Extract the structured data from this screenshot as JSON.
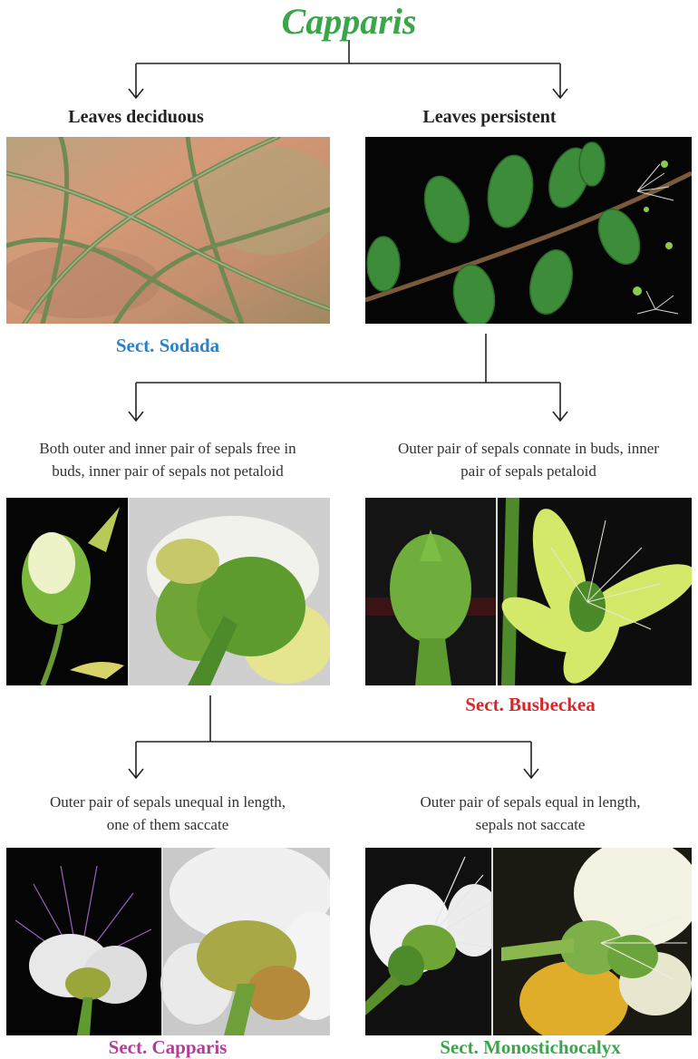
{
  "title": "Capparis",
  "colors": {
    "title": "#3aa64a",
    "sect_sodada": "#2a82c8",
    "sect_busbeckea": "#d9262b",
    "sect_capparis": "#b53c9a",
    "sect_monostichocalyx": "#3aa64a",
    "line": "#222222"
  },
  "level1": {
    "left_label": "Leaves deciduous",
    "right_label": "Leaves persistent",
    "left_section": "Sect. Sodada"
  },
  "level2": {
    "left_criteria": [
      "Both outer and inner pair of sepals free in",
      "buds, inner pair of sepals not petaloid"
    ],
    "right_criteria": [
      "Outer pair of sepals connate in buds, inner",
      "pair of sepals petaloid"
    ],
    "right_section": "Sect. Busbeckea"
  },
  "level3": {
    "left_criteria": [
      "Outer pair of sepals unequal in length,",
      "one of them saccate"
    ],
    "right_criteria": [
      "Outer pair of sepals equal in length,",
      "sepals not saccate"
    ],
    "left_section": "Sect. Capparis",
    "right_section": "Sect. Monostichocalyx"
  },
  "photos": {
    "sodada": "thorny-branches-photo",
    "persistent": "leafy-branch-photo",
    "free_sepals": "bud-and-flower-photo",
    "busbeckea": "bud-and-flower-photo",
    "capparis": "flower-photo",
    "monostichocalyx": "flower-photo"
  }
}
